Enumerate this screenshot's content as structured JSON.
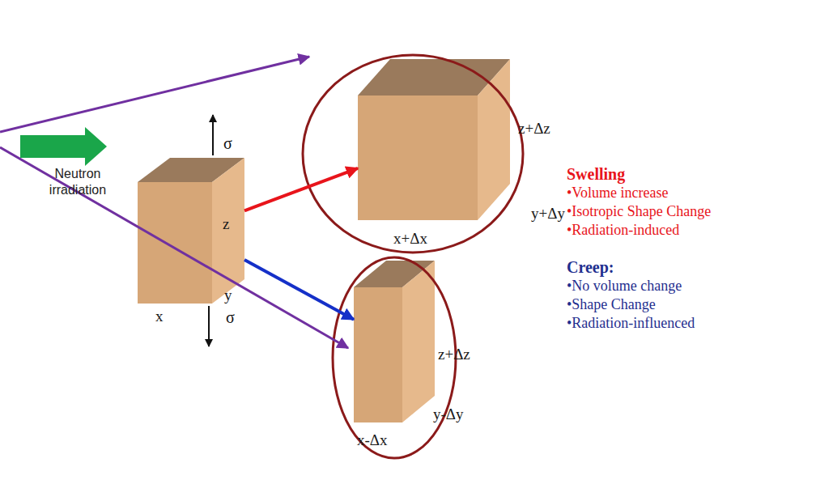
{
  "diagram": {
    "nodes": [
      {
        "text": [
          "z",
          "y",
          "x"
        ]
      },
      {
        "text": [
          "z+Δz",
          "y+Δy",
          "x+Δx"
        ]
      },
      {
        "text": [
          "z+Δz",
          "y-Δy",
          "x-Δx"
        ]
      }
    ],
    "edges": [
      {
        "from": 0,
        "to": 1,
        "arrow": "to"
      },
      {
        "from": 0,
        "to": 2,
        "arrow": "to"
      }
    ],
    "labels": [
      "σ",
      "σ",
      "Neutron irradiation",
      "Swelling",
      "•Volume increase",
      "•Isotropic Shape Change",
      "•Radiation-induced",
      "Creep:",
      "•No volume change",
      "•Shape Change",
      "•Radiation-influenced"
    ]
  }
}
